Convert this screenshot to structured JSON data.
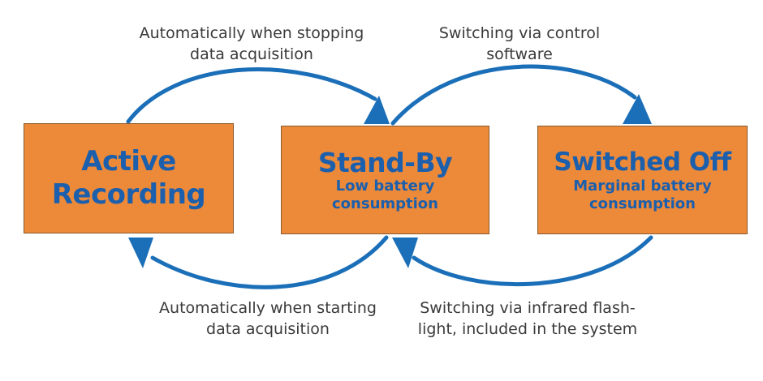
{
  "colors": {
    "box_fill": "#ec8a3a",
    "box_text": "#1b5fad",
    "arrow": "#1b6fb8",
    "label_text": "#3a3a3a"
  },
  "states": {
    "active": {
      "title_line1": "Active",
      "title_line2": "Recording"
    },
    "standby": {
      "title": "Stand-By",
      "sub_line1": "Low battery",
      "sub_line2": "consumption"
    },
    "off": {
      "title": "Switched Off",
      "sub_line1": "Marginal battery",
      "sub_line2": "consumption"
    }
  },
  "transitions": {
    "active_to_standby": {
      "line1": "Automatically when stopping",
      "line2": "data acquisition"
    },
    "standby_to_off": {
      "line1": "Switching via control",
      "line2": "software"
    },
    "standby_to_active": {
      "line1": "Automatically when starting",
      "line2": "data acquisition"
    },
    "off_to_standby": {
      "line1": "Switching via infrared flash-",
      "line2": "light, included in the system"
    }
  }
}
